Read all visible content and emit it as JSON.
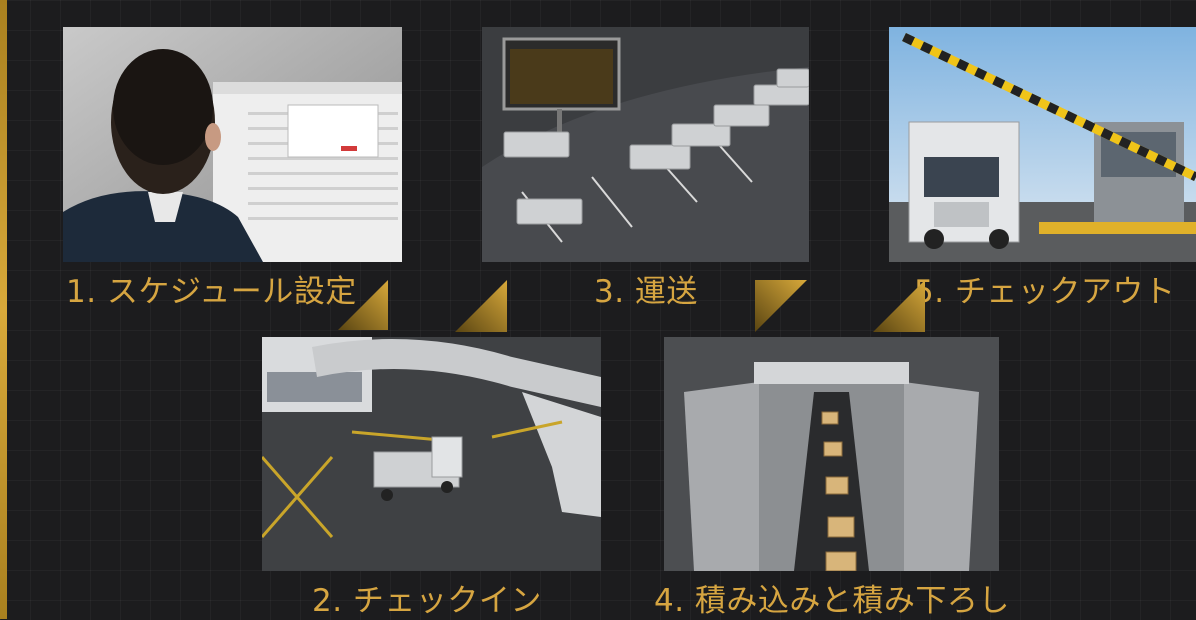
{
  "steps": [
    {
      "label": "1. スケジュール設定",
      "image": "scheduling-screen-image"
    },
    {
      "label": "2. チェックイン",
      "image": "gate-check-in-image"
    },
    {
      "label": "3. 運送",
      "image": "truck-yard-image"
    },
    {
      "label": "4. 積み込みと積み下ろし",
      "image": "loading-conveyor-image"
    },
    {
      "label": "5. チェックアウト",
      "image": "barrier-check-out-image"
    }
  ],
  "colors": {
    "accent": "#d6a541",
    "background": "#1c1c1e",
    "arrow": "#c8982e"
  }
}
